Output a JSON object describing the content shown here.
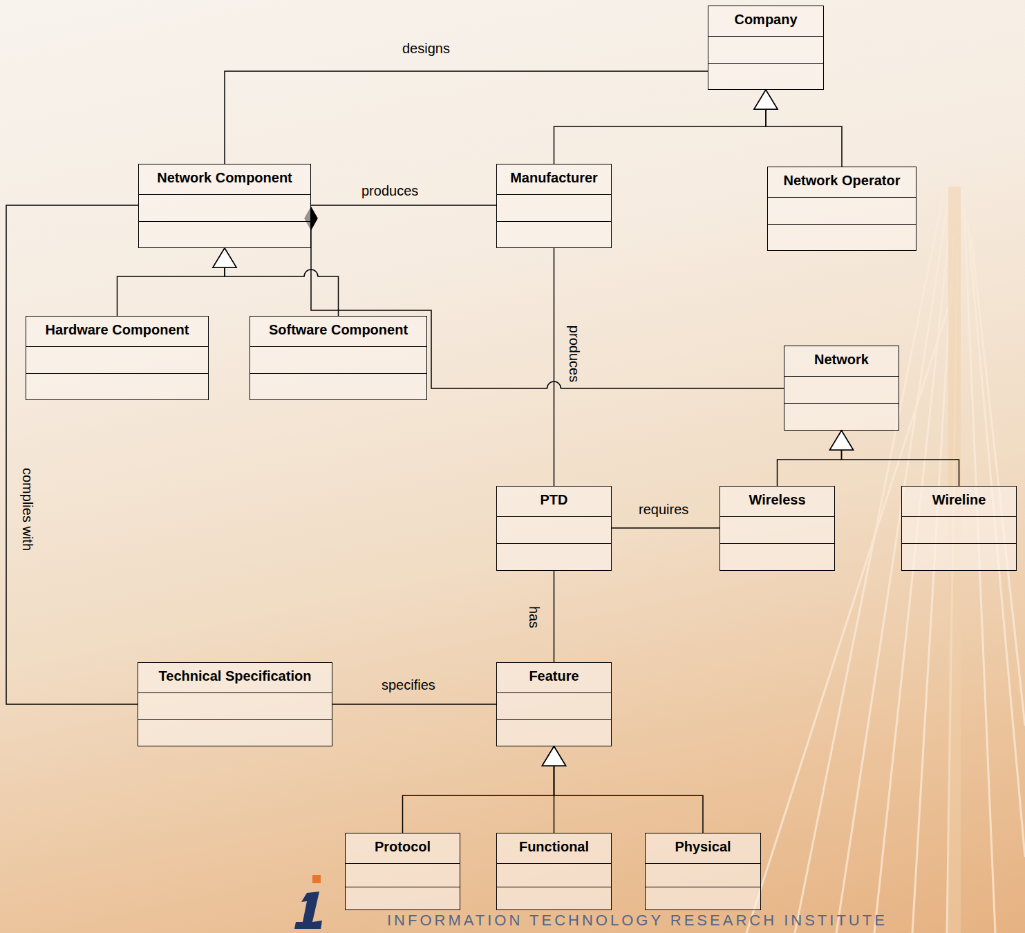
{
  "diagram": {
    "nodes": [
      {
        "text": [
          "Company"
        ]
      },
      {
        "text": [
          "Network Component"
        ]
      },
      {
        "text": [
          "Manufacturer"
        ]
      },
      {
        "text": [
          "Network Operator"
        ]
      },
      {
        "text": [
          "Hardware Component"
        ]
      },
      {
        "text": [
          "Software Component"
        ]
      },
      {
        "text": [
          "Network"
        ]
      },
      {
        "text": [
          "PTD"
        ]
      },
      {
        "text": [
          "Wireless"
        ]
      },
      {
        "text": [
          "Wireline"
        ]
      },
      {
        "text": [
          "Technical Specification"
        ]
      },
      {
        "text": [
          "Feature"
        ]
      },
      {
        "text": [
          "Protocol"
        ]
      },
      {
        "text": [
          "Functional"
        ]
      },
      {
        "text": [
          "Physical"
        ]
      }
    ],
    "edges": [
      {
        "from": 1,
        "to": 0,
        "label": "designs",
        "arrow": "none"
      },
      {
        "from": 2,
        "to": 0,
        "arrow": "to"
      },
      {
        "from": 3,
        "to": 0,
        "arrow": "to"
      },
      {
        "from": 2,
        "to": 1,
        "label": "produces",
        "arrow": "none"
      },
      {
        "from": 1,
        "to": 10,
        "label": "complies with",
        "arrow": "none"
      },
      {
        "from": 4,
        "to": 1,
        "arrow": "to"
      },
      {
        "from": 5,
        "to": 1,
        "arrow": "to"
      },
      {
        "from": 6,
        "to": 1,
        "arrow": "to"
      },
      {
        "from": 2,
        "to": 7,
        "label": "produces",
        "arrow": "none"
      },
      {
        "from": 7,
        "to": 8,
        "label": "requires",
        "arrow": "none"
      },
      {
        "from": 8,
        "to": 6,
        "arrow": "to"
      },
      {
        "from": 9,
        "to": 6,
        "arrow": "to"
      },
      {
        "from": 7,
        "to": 11,
        "label": "has",
        "arrow": "none"
      },
      {
        "from": 10,
        "to": 11,
        "label": "specifies",
        "arrow": "none"
      },
      {
        "from": 12,
        "to": 11,
        "arrow": "to"
      },
      {
        "from": 13,
        "to": 11,
        "arrow": "to"
      },
      {
        "from": 14,
        "to": 11,
        "arrow": "to"
      }
    ],
    "labels": [
      "INFORMATION TECHNOLOGY RESEARCH INSTITUTE"
    ]
  }
}
